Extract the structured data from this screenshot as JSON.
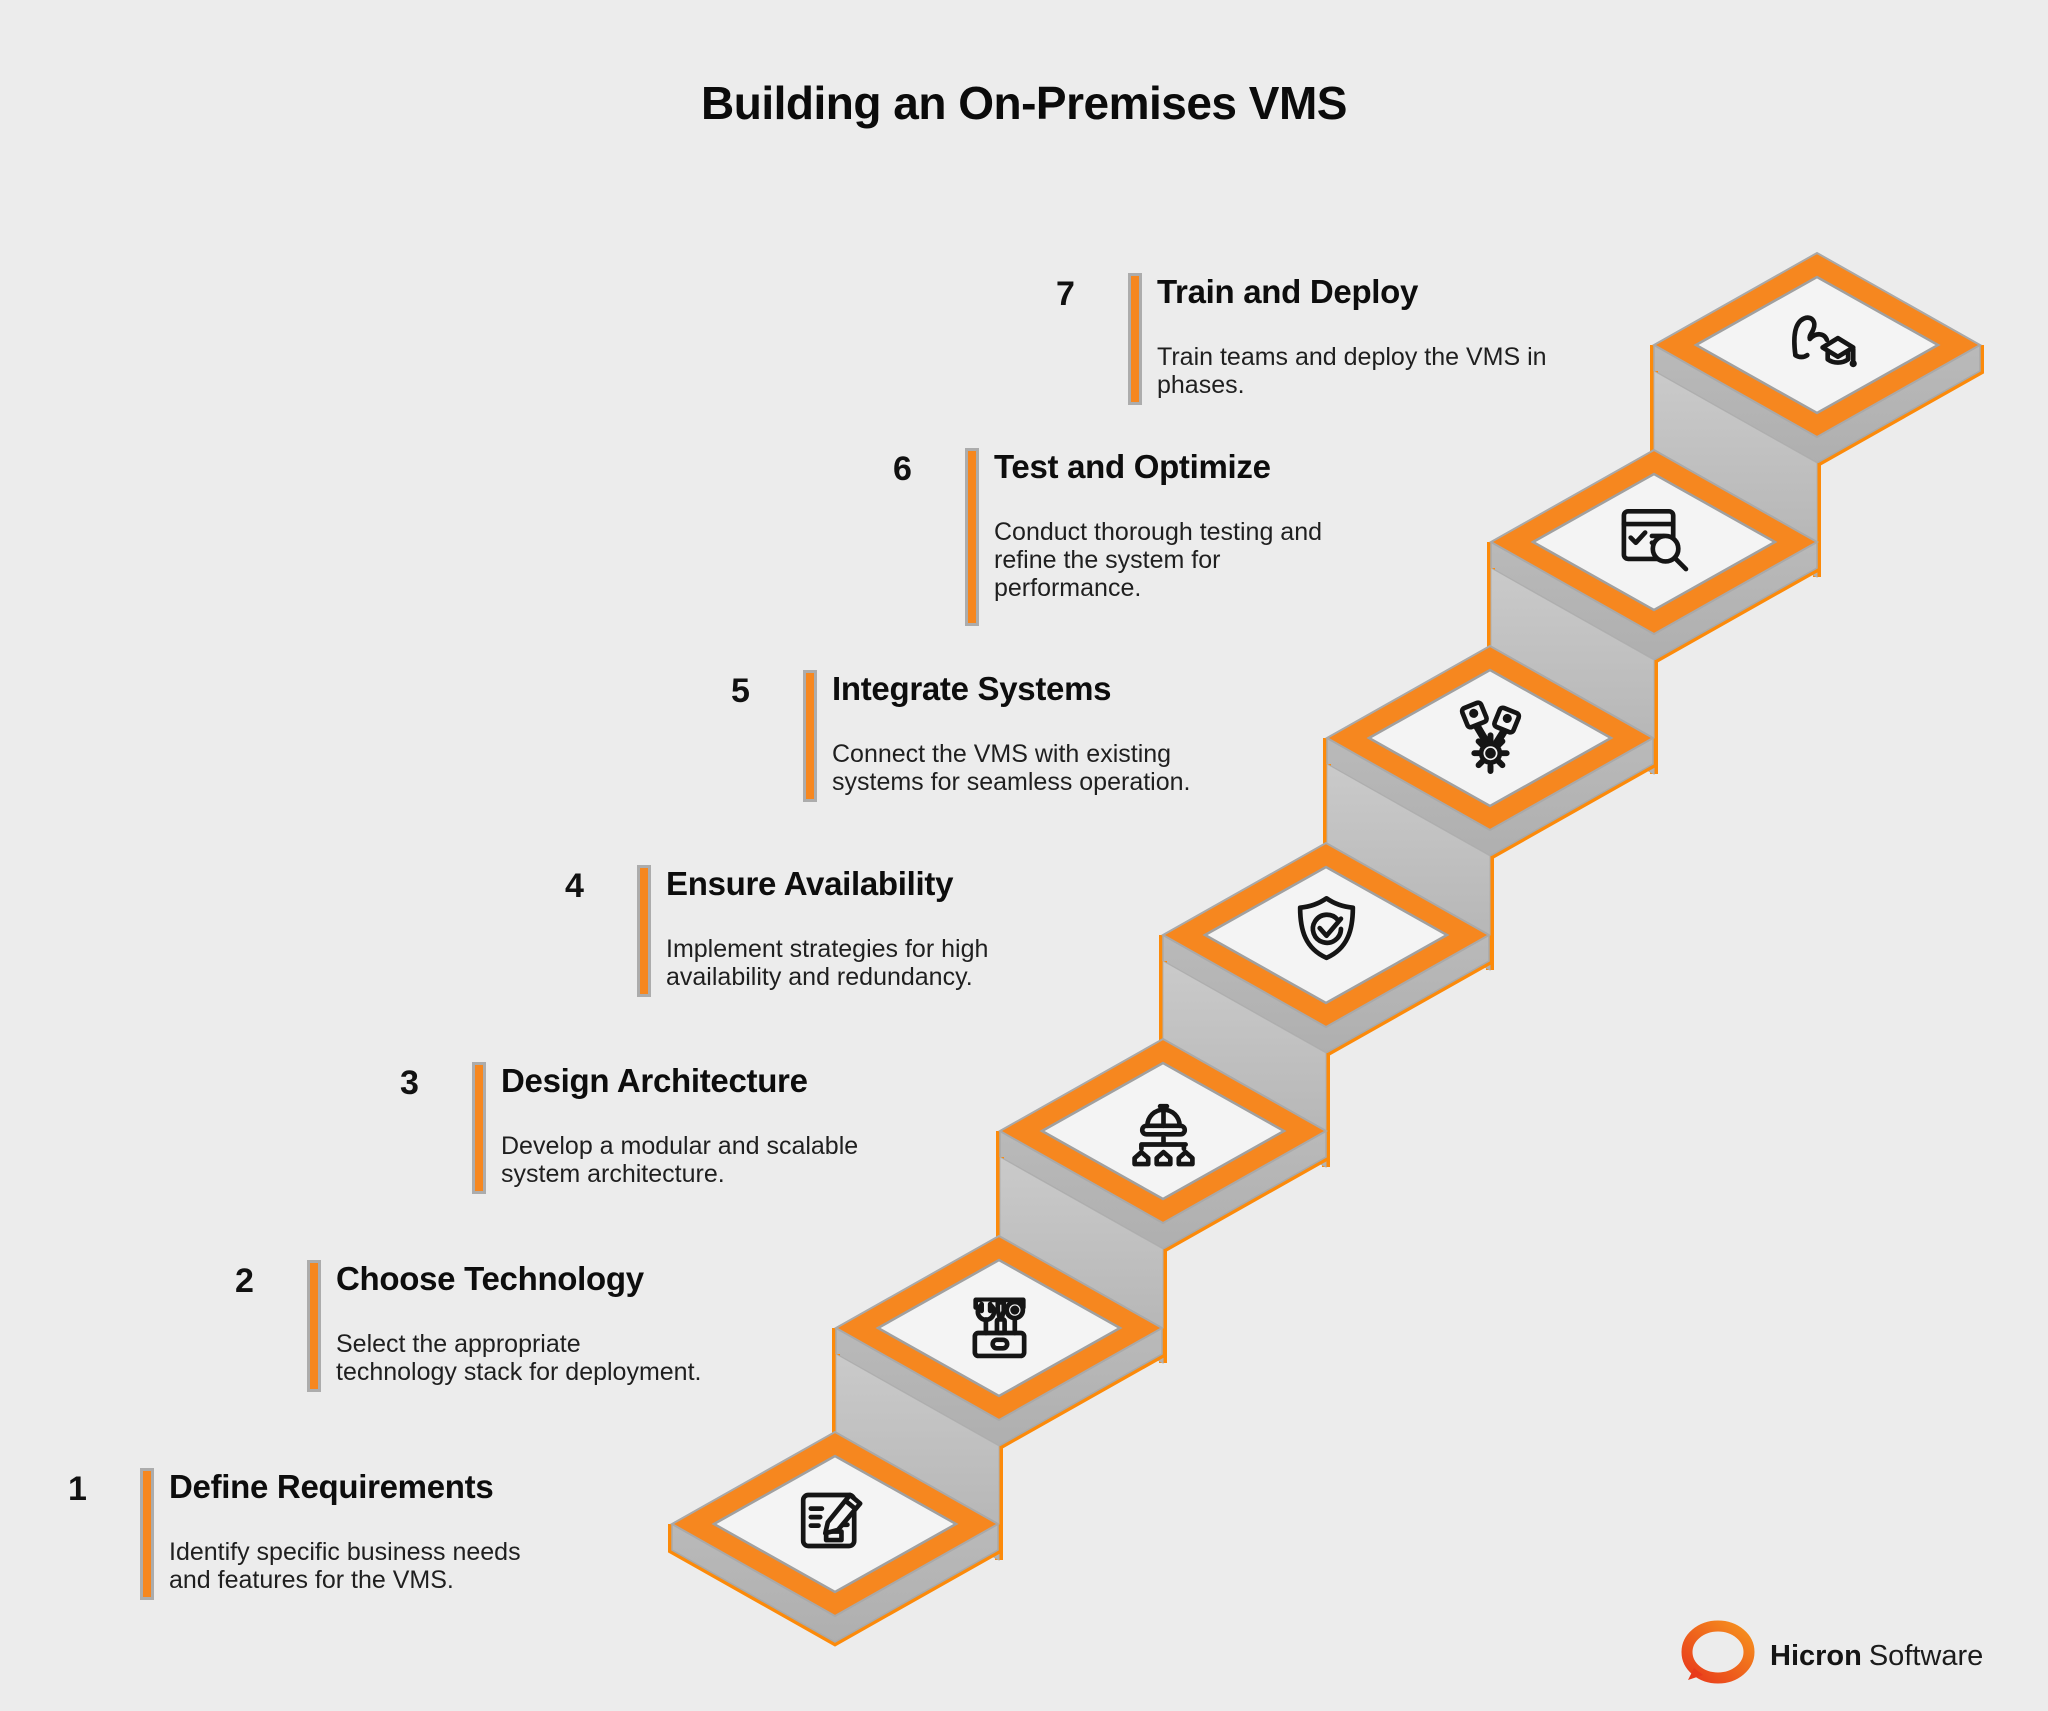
{
  "title": "Building an On-Premises VMS",
  "colors": {
    "background": "#ECECEC",
    "accent_orange": "#F6871F",
    "edge_orange": "#FC8A0A",
    "step_side_gray": "#BCBCBC",
    "diamond_face": "#F4F4F4",
    "text_dark": "#0d0d0d"
  },
  "steps": [
    {
      "num": "1",
      "title": "Define Requirements",
      "desc": "Identify specific business needs\nand features for the VMS.",
      "icon": "document-edit-icon"
    },
    {
      "num": "2",
      "title": "Choose Technology",
      "desc": "Select the appropriate\ntechnology stack for deployment.",
      "icon": "toolbox-icon"
    },
    {
      "num": "3",
      "title": "Design Architecture",
      "desc": "Develop a modular and scalable\nsystem architecture.",
      "icon": "hard-hat-hierarchy-icon"
    },
    {
      "num": "4",
      "title": "Ensure Availability",
      "desc": "Implement strategies for high\navailability and redundancy.",
      "icon": "shield-check-icon"
    },
    {
      "num": "5",
      "title": "Integrate Systems",
      "desc": "Connect the VMS with existing\nsystems for seamless operation.",
      "icon": "pistons-gear-icon"
    },
    {
      "num": "6",
      "title": "Test and Optimize",
      "desc": "Conduct thorough testing and\nrefine the system for\nperformance.",
      "icon": "checklist-magnifier-icon"
    },
    {
      "num": "7",
      "title": "Train and Deploy",
      "desc": "Train teams and deploy the VMS in\nphases.",
      "icon": "arm-graduation-cap-icon"
    }
  ],
  "footer": {
    "brand_bold": "Hicron",
    "brand_light": "Software",
    "logo": "hicron-ring-logo"
  }
}
